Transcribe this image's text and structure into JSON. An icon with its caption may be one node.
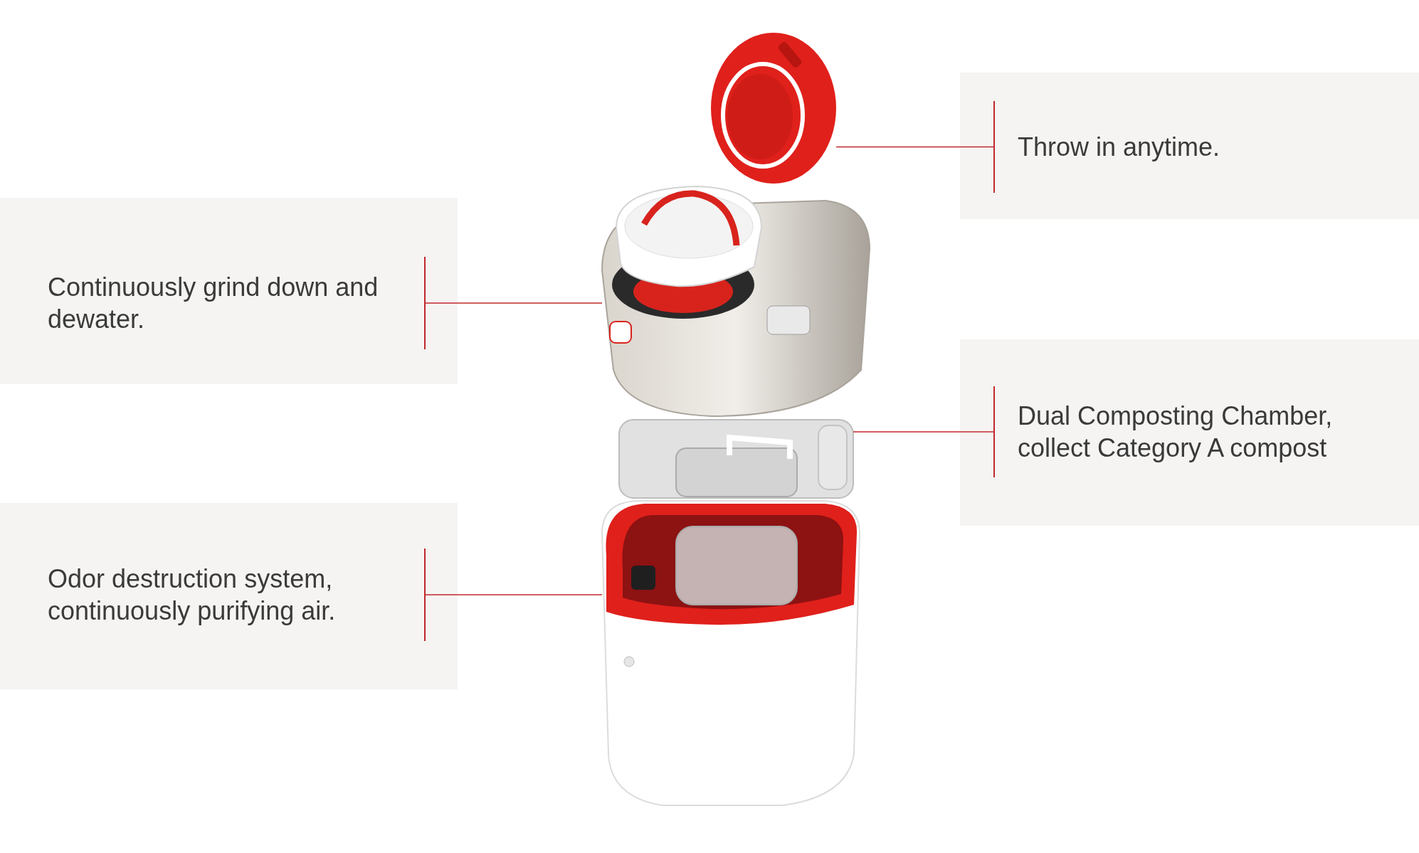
{
  "diagram": {
    "nodes": [
      {
        "text": [
          "Throw in anytime."
        ]
      },
      {
        "text": [
          "Continuously grind down and dewater."
        ]
      },
      {
        "text": [
          "Dual Composting Chamber, collect Category A compost"
        ]
      },
      {
        "text": [
          "Odor destruction system, continuously purifying air."
        ]
      },
      {
        "text": [],
        "shape": "picture"
      },
      {
        "text": [],
        "shape": "picture"
      },
      {
        "text": [],
        "shape": "picture"
      },
      {
        "text": [],
        "shape": "picture"
      }
    ],
    "edges": [
      {
        "from": 0,
        "to": 4,
        "arrow": "none"
      },
      {
        "from": 1,
        "to": 5,
        "arrow": "none"
      },
      {
        "from": 2,
        "to": 6,
        "arrow": "none"
      },
      {
        "from": 3,
        "to": 7,
        "arrow": "none"
      }
    ]
  }
}
